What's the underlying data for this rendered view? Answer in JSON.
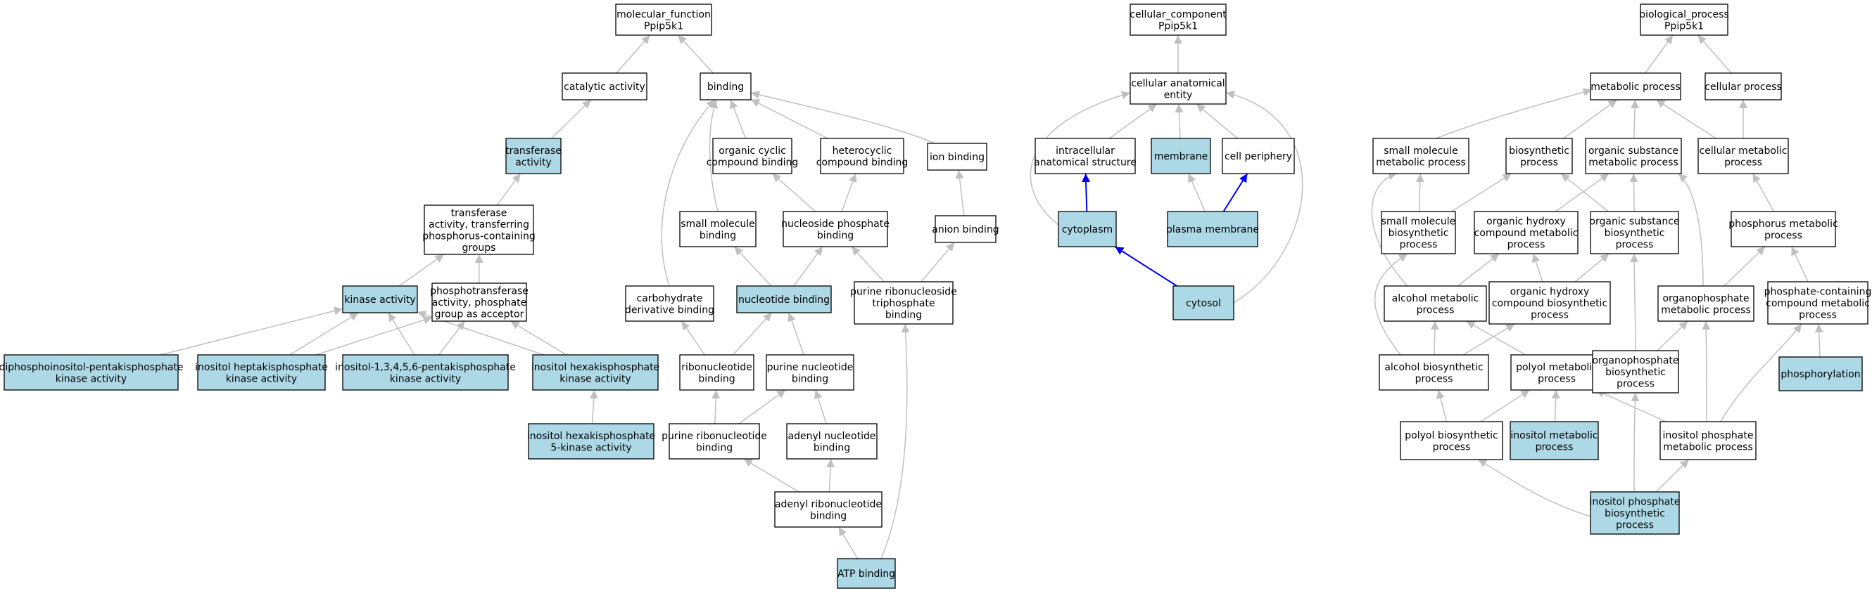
{
  "colors": {
    "highlight": "#add8e6",
    "plain": "#ffffff",
    "edge_default": "#c0c0c0",
    "edge_part_of": "#0000ee"
  },
  "nodes": {
    "mf_root": {
      "lines": [
        "molecular_function",
        "Ppip5k1"
      ],
      "highlight": false
    },
    "catalytic": {
      "lines": [
        "catalytic activity"
      ],
      "highlight": false
    },
    "binding": {
      "lines": [
        "binding"
      ],
      "highlight": false
    },
    "transferase": {
      "lines": [
        "transferase",
        "activity"
      ],
      "highlight": true
    },
    "transferase_p": {
      "lines": [
        "transferase",
        "activity, transferring",
        "phosphorus-containing",
        "groups"
      ],
      "highlight": false
    },
    "kinase": {
      "lines": [
        "kinase activity"
      ],
      "highlight": true
    },
    "phosphotransferase": {
      "lines": [
        "phosphotransferase",
        "activity, phosphate",
        "group as acceptor"
      ],
      "highlight": false
    },
    "diphospho": {
      "lines": [
        "diphosphoinositol-pentakisphosphate",
        "kinase activity"
      ],
      "highlight": true
    },
    "ihepta": {
      "lines": [
        "inositol heptakisphosphate",
        "kinase activity"
      ],
      "highlight": true
    },
    "ipenta": {
      "lines": [
        "inositol-1,3,4,5,6-pentakisphosphate",
        "kinase activity"
      ],
      "highlight": true
    },
    "ihexa": {
      "lines": [
        "inositol hexakisphosphate",
        "kinase activity"
      ],
      "highlight": true
    },
    "ihexa5": {
      "lines": [
        "inositol hexakisphosphate",
        "5-kinase activity"
      ],
      "highlight": true
    },
    "org_cyclic": {
      "lines": [
        "organic cyclic",
        "compound binding"
      ],
      "highlight": false
    },
    "heterocyclic": {
      "lines": [
        "heterocyclic",
        "compound binding"
      ],
      "highlight": false
    },
    "ion_binding": {
      "lines": [
        "ion binding"
      ],
      "highlight": false
    },
    "small_mol_binding": {
      "lines": [
        "small molecule",
        "binding"
      ],
      "highlight": false
    },
    "nucleoside_p_binding": {
      "lines": [
        "nucleoside phosphate",
        "binding"
      ],
      "highlight": false
    },
    "anion_binding": {
      "lines": [
        "anion binding"
      ],
      "highlight": false
    },
    "carb_deriv": {
      "lines": [
        "carbohydrate",
        "derivative binding"
      ],
      "highlight": false
    },
    "nucleotide_binding": {
      "lines": [
        "nucleotide binding"
      ],
      "highlight": true
    },
    "purine_rntp": {
      "lines": [
        "purine ribonucleoside",
        "triphosphate",
        "binding"
      ],
      "highlight": false
    },
    "ribonucleotide": {
      "lines": [
        "ribonucleotide",
        "binding"
      ],
      "highlight": false
    },
    "purine_nt": {
      "lines": [
        "purine nucleotide",
        "binding"
      ],
      "highlight": false
    },
    "purine_rnt": {
      "lines": [
        "purine ribonucleotide",
        "binding"
      ],
      "highlight": false
    },
    "adenyl_nt": {
      "lines": [
        "adenyl nucleotide",
        "binding"
      ],
      "highlight": false
    },
    "adenyl_rnt": {
      "lines": [
        "adenyl ribonucleotide",
        "binding"
      ],
      "highlight": false
    },
    "atp": {
      "lines": [
        "ATP binding"
      ],
      "highlight": true
    },
    "cc_root": {
      "lines": [
        "cellular_component",
        "Ppip5k1"
      ],
      "highlight": false
    },
    "cae": {
      "lines": [
        "cellular anatomical",
        "entity"
      ],
      "highlight": false
    },
    "intracellular": {
      "lines": [
        "intracellular",
        "anatomical structure"
      ],
      "highlight": false
    },
    "membrane": {
      "lines": [
        "membrane"
      ],
      "highlight": true
    },
    "cell_periphery": {
      "lines": [
        "cell periphery"
      ],
      "highlight": false
    },
    "cytoplasm": {
      "lines": [
        "cytoplasm"
      ],
      "highlight": true
    },
    "plasma_membrane": {
      "lines": [
        "plasma membrane"
      ],
      "highlight": true
    },
    "cytosol": {
      "lines": [
        "cytosol"
      ],
      "highlight": true
    },
    "bp_root": {
      "lines": [
        "biological_process",
        "Ppip5k1"
      ],
      "highlight": false
    },
    "metabolic": {
      "lines": [
        "metabolic process"
      ],
      "highlight": false
    },
    "cellular_process": {
      "lines": [
        "cellular process"
      ],
      "highlight": false
    },
    "small_mol_met": {
      "lines": [
        "small molecule",
        "metabolic process"
      ],
      "highlight": false
    },
    "biosynthetic": {
      "lines": [
        "biosynthetic",
        "process"
      ],
      "highlight": false
    },
    "org_sub_met": {
      "lines": [
        "organic substance",
        "metabolic process"
      ],
      "highlight": false
    },
    "cell_met": {
      "lines": [
        "cellular metabolic",
        "process"
      ],
      "highlight": false
    },
    "small_mol_bios": {
      "lines": [
        "small molecule",
        "biosynthetic",
        "process"
      ],
      "highlight": false
    },
    "org_hydroxy_met": {
      "lines": [
        "organic hydroxy",
        "compound metabolic",
        "process"
      ],
      "highlight": false
    },
    "org_sub_bios": {
      "lines": [
        "organic substance",
        "biosynthetic",
        "process"
      ],
      "highlight": false
    },
    "phosphorus_met": {
      "lines": [
        "phosphorus metabolic",
        "process"
      ],
      "highlight": false
    },
    "alcohol_met": {
      "lines": [
        "alcohol metabolic",
        "process"
      ],
      "highlight": false
    },
    "org_hydroxy_bios": {
      "lines": [
        "organic hydroxy",
        "compound biosynthetic",
        "process"
      ],
      "highlight": false
    },
    "organophosphate_met": {
      "lines": [
        "organophosphate",
        "metabolic process"
      ],
      "highlight": false
    },
    "phosphate_met": {
      "lines": [
        "phosphate-containing",
        "compound metabolic",
        "process"
      ],
      "highlight": false
    },
    "alcohol_bios": {
      "lines": [
        "alcohol biosynthetic",
        "process"
      ],
      "highlight": false
    },
    "polyol_met": {
      "lines": [
        "polyol metabolic",
        "process"
      ],
      "highlight": false
    },
    "organophosphate_bios": {
      "lines": [
        "organophosphate",
        "biosynthetic",
        "process"
      ],
      "highlight": false
    },
    "phosphorylation": {
      "lines": [
        "phosphorylation"
      ],
      "highlight": true
    },
    "polyol_bios": {
      "lines": [
        "polyol biosynthetic",
        "process"
      ],
      "highlight": false
    },
    "inositol_met": {
      "lines": [
        "inositol metabolic",
        "process"
      ],
      "highlight": true
    },
    "inositol_p_met": {
      "lines": [
        "inositol phosphate",
        "metabolic process"
      ],
      "highlight": false
    },
    "inositol_p_bios": {
      "lines": [
        "inositol phosphate",
        "biosynthetic",
        "process"
      ],
      "highlight": true
    }
  },
  "edges": [
    {
      "from": "catalytic",
      "to": "mf_root",
      "type": "is_a"
    },
    {
      "from": "binding",
      "to": "mf_root",
      "type": "is_a"
    },
    {
      "from": "transferase",
      "to": "catalytic",
      "type": "is_a"
    },
    {
      "from": "transferase_p",
      "to": "transferase",
      "type": "is_a"
    },
    {
      "from": "kinase",
      "to": "transferase_p",
      "type": "is_a"
    },
    {
      "from": "phosphotransferase",
      "to": "transferase_p",
      "type": "is_a"
    },
    {
      "from": "diphospho",
      "to": "kinase",
      "type": "is_a"
    },
    {
      "from": "ihepta",
      "to": "kinase",
      "type": "is_a"
    },
    {
      "from": "ipenta",
      "to": "kinase",
      "type": "is_a"
    },
    {
      "from": "ihexa",
      "to": "kinase",
      "type": "is_a"
    },
    {
      "from": "ihepta",
      "to": "phosphotransferase",
      "type": "is_a"
    },
    {
      "from": "ipenta",
      "to": "phosphotransferase",
      "type": "is_a"
    },
    {
      "from": "ihexa",
      "to": "phosphotransferase",
      "type": "is_a"
    },
    {
      "from": "ihexa5",
      "to": "ihexa",
      "type": "is_a"
    },
    {
      "from": "org_cyclic",
      "to": "binding",
      "type": "is_a"
    },
    {
      "from": "heterocyclic",
      "to": "binding",
      "type": "is_a"
    },
    {
      "from": "ion_binding",
      "to": "binding",
      "type": "is_a"
    },
    {
      "from": "small_mol_binding",
      "to": "binding",
      "type": "is_a"
    },
    {
      "from": "carb_deriv",
      "to": "binding",
      "type": "is_a"
    },
    {
      "from": "nucleoside_p_binding",
      "to": "org_cyclic",
      "type": "is_a"
    },
    {
      "from": "nucleoside_p_binding",
      "to": "heterocyclic",
      "type": "is_a"
    },
    {
      "from": "anion_binding",
      "to": "ion_binding",
      "type": "is_a"
    },
    {
      "from": "nucleotide_binding",
      "to": "small_mol_binding",
      "type": "is_a"
    },
    {
      "from": "nucleotide_binding",
      "to": "nucleoside_p_binding",
      "type": "is_a"
    },
    {
      "from": "purine_rntp",
      "to": "nucleoside_p_binding",
      "type": "is_a"
    },
    {
      "from": "purine_rntp",
      "to": "anion_binding",
      "type": "is_a"
    },
    {
      "from": "ribonucleotide",
      "to": "carb_deriv",
      "type": "is_a"
    },
    {
      "from": "ribonucleotide",
      "to": "nucleotide_binding",
      "type": "is_a"
    },
    {
      "from": "purine_nt",
      "to": "nucleotide_binding",
      "type": "is_a"
    },
    {
      "from": "purine_rnt",
      "to": "ribonucleotide",
      "type": "is_a"
    },
    {
      "from": "purine_rnt",
      "to": "purine_nt",
      "type": "is_a"
    },
    {
      "from": "adenyl_nt",
      "to": "purine_nt",
      "type": "is_a"
    },
    {
      "from": "adenyl_rnt",
      "to": "purine_rnt",
      "type": "is_a"
    },
    {
      "from": "adenyl_rnt",
      "to": "adenyl_nt",
      "type": "is_a"
    },
    {
      "from": "atp",
      "to": "adenyl_rnt",
      "type": "is_a"
    },
    {
      "from": "atp",
      "to": "purine_rntp",
      "type": "is_a"
    },
    {
      "from": "cae",
      "to": "cc_root",
      "type": "is_a"
    },
    {
      "from": "intracellular",
      "to": "cae",
      "type": "is_a"
    },
    {
      "from": "membrane",
      "to": "cae",
      "type": "is_a"
    },
    {
      "from": "cell_periphery",
      "to": "cae",
      "type": "is_a"
    },
    {
      "from": "cytoplasm",
      "to": "cae",
      "type": "is_a"
    },
    {
      "from": "cytoplasm",
      "to": "intracellular",
      "type": "part_of"
    },
    {
      "from": "plasma_membrane",
      "to": "membrane",
      "type": "is_a"
    },
    {
      "from": "plasma_membrane",
      "to": "cell_periphery",
      "type": "part_of"
    },
    {
      "from": "cytosol",
      "to": "cytoplasm",
      "type": "part_of"
    },
    {
      "from": "cytosol",
      "to": "cae",
      "type": "is_a"
    },
    {
      "from": "metabolic",
      "to": "bp_root",
      "type": "is_a"
    },
    {
      "from": "cellular_process",
      "to": "bp_root",
      "type": "is_a"
    },
    {
      "from": "small_mol_met",
      "to": "metabolic",
      "type": "is_a"
    },
    {
      "from": "biosynthetic",
      "to": "metabolic",
      "type": "is_a"
    },
    {
      "from": "org_sub_met",
      "to": "metabolic",
      "type": "is_a"
    },
    {
      "from": "cell_met",
      "to": "metabolic",
      "type": "is_a"
    },
    {
      "from": "cell_met",
      "to": "cellular_process",
      "type": "is_a"
    },
    {
      "from": "small_mol_bios",
      "to": "small_mol_met",
      "type": "is_a"
    },
    {
      "from": "small_mol_bios",
      "to": "biosynthetic",
      "type": "is_a"
    },
    {
      "from": "org_hydroxy_met",
      "to": "org_sub_met",
      "type": "is_a"
    },
    {
      "from": "org_sub_bios",
      "to": "biosynthetic",
      "type": "is_a"
    },
    {
      "from": "org_sub_bios",
      "to": "org_sub_met",
      "type": "is_a"
    },
    {
      "from": "phosphorus_met",
      "to": "cell_met",
      "type": "is_a"
    },
    {
      "from": "alcohol_met",
      "to": "small_mol_met",
      "type": "is_a"
    },
    {
      "from": "alcohol_met",
      "to": "org_hydroxy_met",
      "type": "is_a"
    },
    {
      "from": "org_hydroxy_bios",
      "to": "org_hydroxy_met",
      "type": "is_a"
    },
    {
      "from": "org_hydroxy_bios",
      "to": "org_sub_bios",
      "type": "is_a"
    },
    {
      "from": "organophosphate_met",
      "to": "org_sub_met",
      "type": "is_a"
    },
    {
      "from": "organophosphate_met",
      "to": "phosphorus_met",
      "type": "is_a"
    },
    {
      "from": "phosphate_met",
      "to": "phosphorus_met",
      "type": "is_a"
    },
    {
      "from": "alcohol_bios",
      "to": "small_mol_bios",
      "type": "is_a"
    },
    {
      "from": "alcohol_bios",
      "to": "alcohol_met",
      "type": "is_a"
    },
    {
      "from": "alcohol_bios",
      "to": "org_hydroxy_bios",
      "type": "is_a"
    },
    {
      "from": "polyol_met",
      "to": "alcohol_met",
      "type": "is_a"
    },
    {
      "from": "organophosphate_bios",
      "to": "organophosphate_met",
      "type": "is_a"
    },
    {
      "from": "organophosphate_bios",
      "to": "org_sub_bios",
      "type": "is_a"
    },
    {
      "from": "phosphorylation",
      "to": "phosphate_met",
      "type": "is_a"
    },
    {
      "from": "polyol_bios",
      "to": "alcohol_bios",
      "type": "is_a"
    },
    {
      "from": "polyol_bios",
      "to": "polyol_met",
      "type": "is_a"
    },
    {
      "from": "inositol_met",
      "to": "polyol_met",
      "type": "is_a"
    },
    {
      "from": "inositol_p_met",
      "to": "polyol_met",
      "type": "is_a"
    },
    {
      "from": "inositol_p_met",
      "to": "organophosphate_met",
      "type": "is_a"
    },
    {
      "from": "inositol_p_met",
      "to": "phosphate_met",
      "type": "is_a"
    },
    {
      "from": "inositol_p_bios",
      "to": "polyol_bios",
      "type": "is_a"
    },
    {
      "from": "inositol_p_bios",
      "to": "inositol_p_met",
      "type": "is_a"
    },
    {
      "from": "inositol_p_bios",
      "to": "organophosphate_bios",
      "type": "is_a"
    }
  ]
}
